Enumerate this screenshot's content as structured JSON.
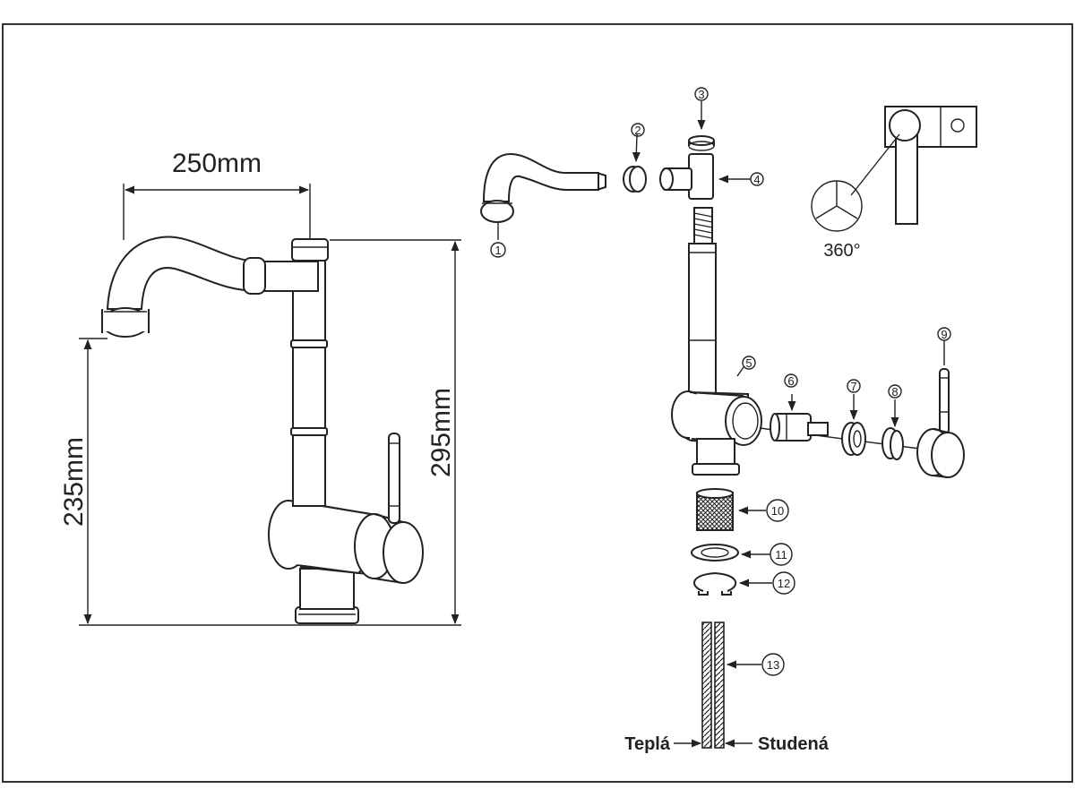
{
  "dimensions": {
    "spout_reach": "250mm",
    "total_height": "295mm",
    "spout_height": "235mm"
  },
  "rotation_label": "360°",
  "parts": [
    "1",
    "2",
    "3",
    "4",
    "5",
    "6",
    "7",
    "8",
    "9",
    "10",
    "11",
    "12",
    "13"
  ],
  "hoses": {
    "hot_label": "Teplá",
    "cold_label": "Studená"
  }
}
